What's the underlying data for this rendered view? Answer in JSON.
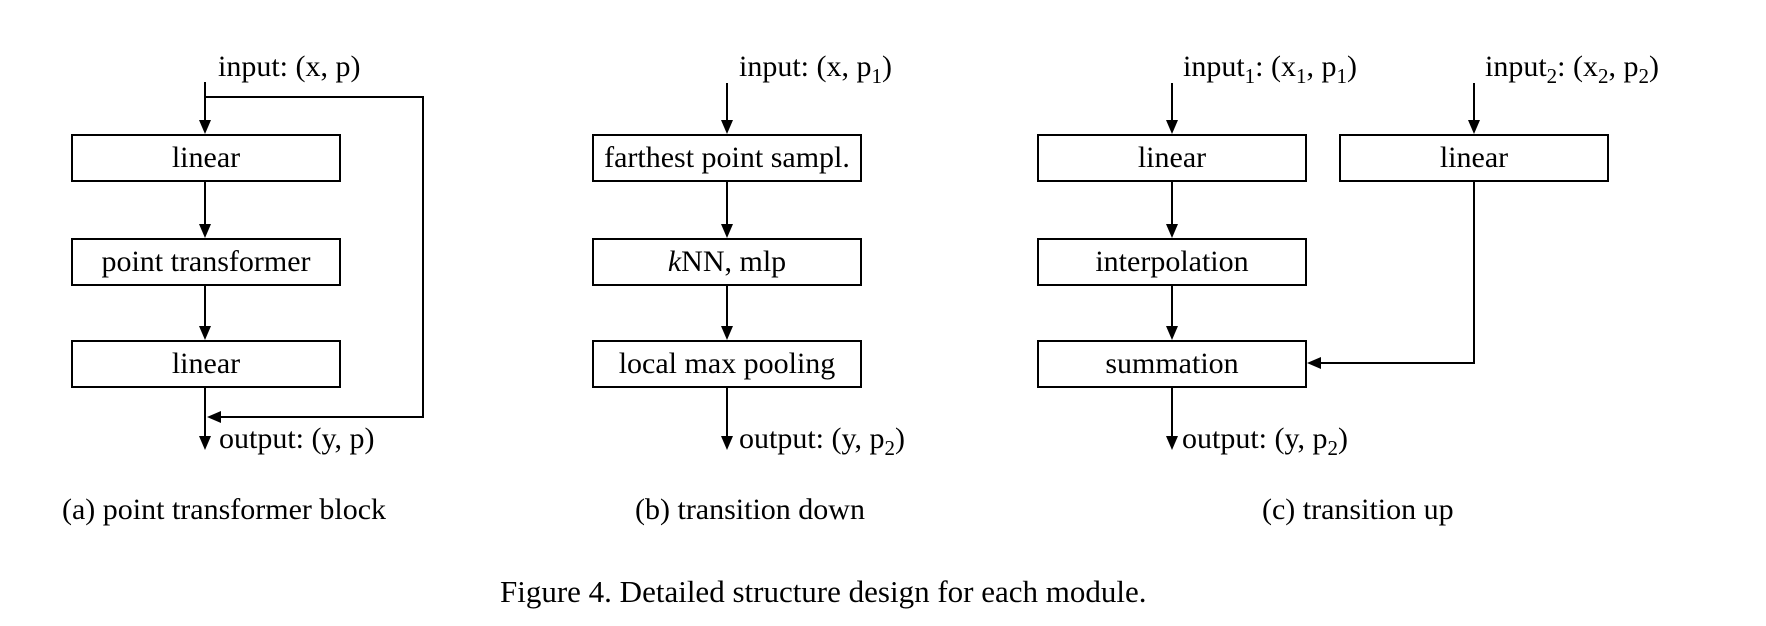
{
  "figure_caption": "Figure 4. Detailed structure design for each module.",
  "panels": {
    "a": {
      "caption": "(a) point transformer block",
      "input": [
        {
          "t": "input: (x, p)"
        }
      ],
      "output": [
        {
          "t": "output: (y, p)"
        }
      ],
      "boxes": {
        "box1": [
          {
            "t": "linear"
          }
        ],
        "box2": [
          {
            "t": "point transformer"
          }
        ],
        "box3": [
          {
            "t": "linear"
          }
        ]
      }
    },
    "b": {
      "caption": "(b) transition down",
      "input": [
        {
          "t": "input: (x, p"
        },
        {
          "t": "1",
          "sub": true
        },
        {
          "t": ")"
        }
      ],
      "output": [
        {
          "t": "output: (y, p"
        },
        {
          "t": "2",
          "sub": true
        },
        {
          "t": ")"
        }
      ],
      "boxes": {
        "box1": [
          {
            "t": "farthest point sampl."
          }
        ],
        "box2": [
          {
            "t": "k",
            "italic": true
          },
          {
            "t": "NN, mlp"
          }
        ],
        "box3": [
          {
            "t": "local max pooling"
          }
        ]
      }
    },
    "c": {
      "caption": "(c) transition up",
      "input1": [
        {
          "t": "input"
        },
        {
          "t": "1",
          "sub": true
        },
        {
          "t": ": (x"
        },
        {
          "t": "1",
          "sub": true
        },
        {
          "t": ", p"
        },
        {
          "t": "1",
          "sub": true
        },
        {
          "t": ")"
        }
      ],
      "input2": [
        {
          "t": "input"
        },
        {
          "t": "2",
          "sub": true
        },
        {
          "t": ": (x"
        },
        {
          "t": "2",
          "sub": true
        },
        {
          "t": ", p"
        },
        {
          "t": "2",
          "sub": true
        },
        {
          "t": ")"
        }
      ],
      "output": [
        {
          "t": "output: (y, p"
        },
        {
          "t": "2",
          "sub": true
        },
        {
          "t": ")"
        }
      ],
      "boxes": {
        "left1": [
          {
            "t": "linear"
          }
        ],
        "left2": [
          {
            "t": "interpolation"
          }
        ],
        "left3": [
          {
            "t": "summation"
          }
        ],
        "right1": [
          {
            "t": "linear"
          }
        ]
      }
    },
    "colors": {
      "line": "#000000",
      "background": "#ffffff"
    }
  }
}
